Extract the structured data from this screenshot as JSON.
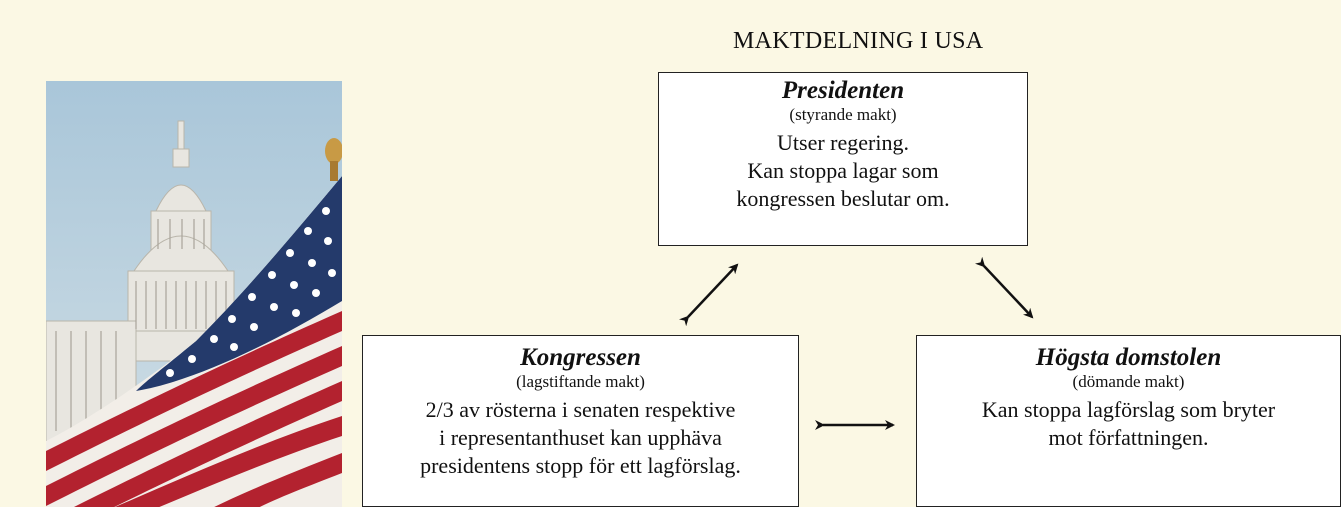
{
  "title": "MAKTDELNING I USA",
  "colors": {
    "background": "#fbf8e4",
    "box_fill": "#ffffff",
    "border": "#222222"
  },
  "photo": {
    "subject": "capitol-building-with-us-flag"
  },
  "boxes": {
    "president": {
      "name": "Presidenten",
      "role": "(styrande makt)",
      "lines": [
        "Utser regering.",
        "Kan stoppa lagar som",
        "kongressen beslutar om."
      ]
    },
    "congress": {
      "name": "Kongressen",
      "role": "(lagstiftande makt)",
      "lines": [
        "2/3 av rösterna i senaten respektive",
        "i representanthuset kan upphäva",
        "presidentens stopp för ett lagförslag."
      ]
    },
    "court": {
      "name": "Högsta domstolen",
      "role": "(dömande makt)",
      "lines": [
        "Kan stoppa lagförslag som bryter",
        "mot författningen."
      ]
    }
  },
  "arrows": [
    "president-congress",
    "president-court",
    "congress-court"
  ]
}
